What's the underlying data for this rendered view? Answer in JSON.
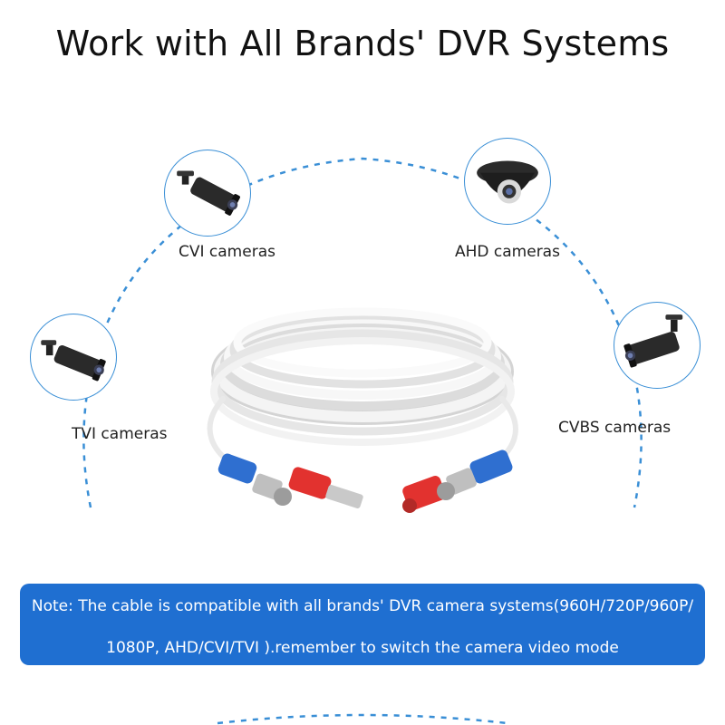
{
  "title": "Work with All Brands' DVR Systems",
  "cameras": [
    {
      "label": "CVI cameras",
      "type": "bullet"
    },
    {
      "label": "AHD cameras",
      "type": "dome"
    },
    {
      "label": "TVI cameras",
      "type": "bullet"
    },
    {
      "label": "CVBS cameras",
      "type": "bullet"
    }
  ],
  "note": {
    "line1": "Note: The cable is compatible with all brands' DVR camera systems(960H/720P/960P/",
    "line2": "1080P, AHD/CVI/TVI ).remember to switch the camera video mode"
  },
  "colors": {
    "accent": "#1f6fd1",
    "circle_border": "#3a8fd6",
    "cable": "#f2f2f2",
    "bnc_blue": "#2f6fd0",
    "dc_red": "#e2322f"
  }
}
